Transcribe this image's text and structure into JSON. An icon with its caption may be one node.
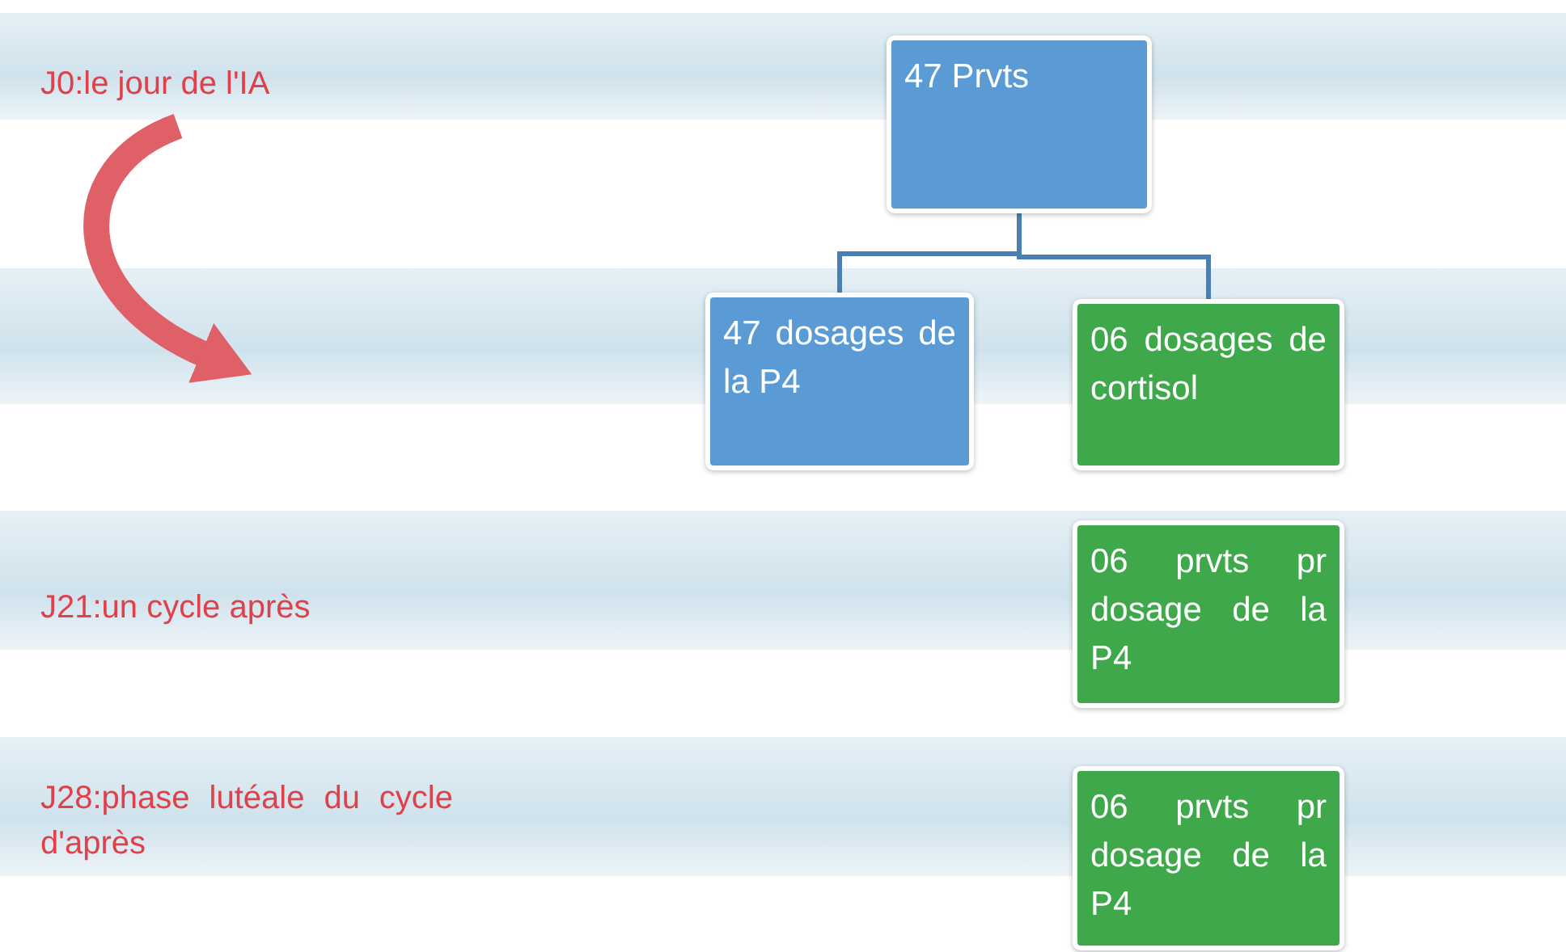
{
  "diagram": {
    "nodes": [
      {
        "text": [
          "J0:le jour de l'IA"
        ]
      },
      {
        "text": [
          "47 Prvts"
        ]
      },
      {
        "text": [
          "47 dosages de la P4"
        ]
      },
      {
        "text": [
          "06 dosages de cortisol"
        ]
      },
      {
        "text": [
          "J21:un cycle après"
        ]
      },
      {
        "text": [
          "06 prvts pr dosage de la P4"
        ]
      },
      {
        "text": [
          "J28:phase lutéale du cycle d'après"
        ]
      },
      {
        "text": [
          "06 prvts pr dosage de la P4"
        ]
      }
    ],
    "edges": [
      {
        "from": 1,
        "to": 2,
        "arrow": "none"
      },
      {
        "from": 1,
        "to": 3,
        "arrow": "none"
      },
      {
        "from": 0,
        "to": null,
        "arrow": "to",
        "color": "#e06068",
        "style": "thick"
      }
    ]
  }
}
